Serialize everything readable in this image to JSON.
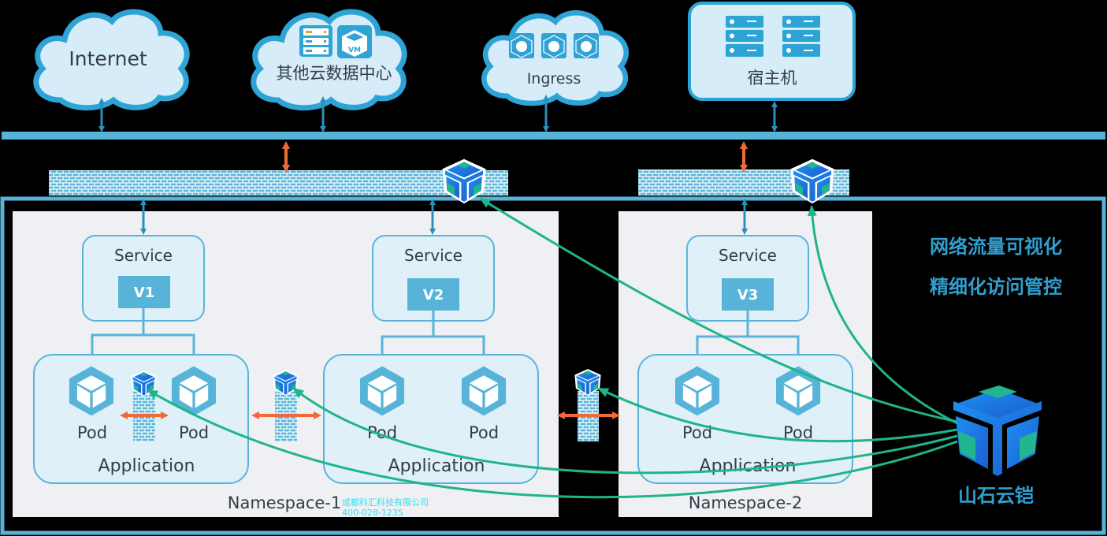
{
  "colors": {
    "bus": "#57b4d8",
    "cloud_fill": "#d6ecf8",
    "cloud_stroke": "#2ea3d6",
    "namespace_bg": "#eef0f3",
    "box_fill": "#dff0f8",
    "box_stroke": "#5ab4da",
    "version_fill": "#57b4d8",
    "text_dark": "#353c48",
    "arrow_blue": "#2a8fbd",
    "arrow_orange": "#ee6a3a",
    "curve_green": "#1fb48a",
    "accent_text": "#2f9fd0",
    "watermark": "#33e0f0"
  },
  "top": {
    "internet": {
      "label": "Internet"
    },
    "other_dc": {
      "label": "其他云数据中心",
      "vm_label": "VM"
    },
    "ingress": {
      "label": "Ingress"
    },
    "host": {
      "label": "宿主机"
    }
  },
  "namespaces": [
    {
      "label": "Namespace-1",
      "services": [
        {
          "title": "Service",
          "version": "V1",
          "app_label": "Application",
          "pods": [
            "Pod",
            "Pod"
          ]
        },
        {
          "title": "Service",
          "version": "V2",
          "app_label": "Application",
          "pods": [
            "Pod",
            "Pod"
          ]
        }
      ]
    },
    {
      "label": "Namespace-2",
      "services": [
        {
          "title": "Service",
          "version": "V3",
          "app_label": "Application",
          "pods": [
            "Pod",
            "Pod"
          ]
        }
      ]
    }
  ],
  "features": [
    "网络流量可视化",
    "精细化访问管控"
  ],
  "brand": {
    "name": "山石云铠"
  },
  "watermark": {
    "company": "成都科汇科技有限公司",
    "phone": "400-028-1235"
  }
}
